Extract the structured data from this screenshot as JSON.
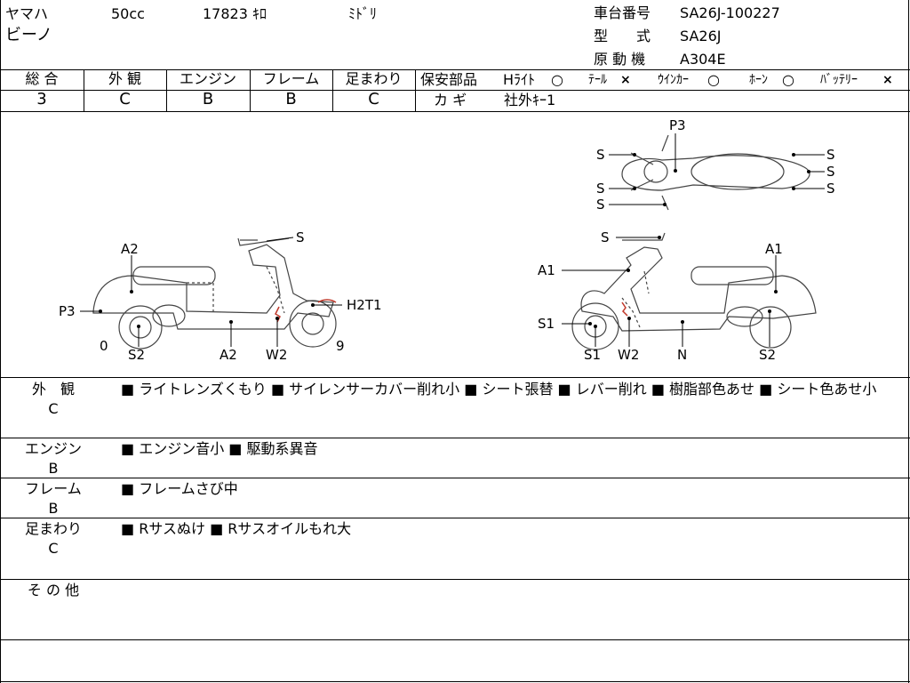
{
  "header": {
    "maker": "ヤマハ",
    "displacement": "50cc",
    "mileage": "17823 ｷﾛ",
    "color": "ﾐﾄﾞﾘ",
    "model": "ビーノ",
    "frame_no_label": "車台番号",
    "frame_no": "SA26J-100227",
    "type_label": "型　　式",
    "type_value": "SA26J",
    "engine_label": "原 動 機",
    "engine_value": "A304E"
  },
  "grades": [
    {
      "label": "総 合",
      "value": "3"
    },
    {
      "label": "外 観",
      "value": "C"
    },
    {
      "label": "エンジン",
      "value": "B"
    },
    {
      "label": "フレーム",
      "value": "B"
    },
    {
      "label": "足まわり",
      "value": "C"
    }
  ],
  "safety": {
    "title": "保安部品",
    "items": [
      {
        "name": "Hﾗｲﾄ",
        "mark": "○"
      },
      {
        "name": "ﾃｰﾙ",
        "mark": "×"
      },
      {
        "name": "ｳｲﾝｶｰ",
        "mark": "○"
      },
      {
        "name": "ﾎｰﾝ",
        "mark": "○"
      },
      {
        "name": "ﾊﾞｯﾃﾘｰ",
        "mark": "×"
      }
    ],
    "key_label": "カ ギ",
    "key_value": "社外ｷｰ1"
  },
  "diagram_labels": {
    "left": {
      "A2_top": "A2",
      "P3": "P3",
      "S_top": "S",
      "H2T1": "H2T1",
      "zero": "0",
      "S2": "S2",
      "A2_bottom": "A2",
      "W2": "W2",
      "nine": "9"
    },
    "right": {
      "S_top": "S",
      "A1_left": "A1",
      "A1_right": "A1",
      "S1_mid": "S1",
      "S1_bottom": "S1",
      "W2": "W2",
      "N": "N",
      "S2": "S2"
    },
    "top": {
      "P3": "P3",
      "S": "S"
    }
  },
  "sections": [
    {
      "label": "外　観",
      "grade": "C",
      "text": "■ ライトレンズくもり ■ サイレンサーカバー削れ小 ■ シート張替 ■ レバー削れ ■ 樹脂部色あせ ■ シート色あせ小"
    },
    {
      "label": "エンジン",
      "grade": "B",
      "text": "■ エンジン音小 ■ 駆動系異音"
    },
    {
      "label": "フレーム",
      "grade": "B",
      "text": "■ フレームさび中"
    },
    {
      "label": "足まわり",
      "grade": "C",
      "text": "■ Rサスぬけ ■ Rサスオイルもれ大"
    },
    {
      "label": "そ の 他",
      "grade": "",
      "text": ""
    }
  ]
}
